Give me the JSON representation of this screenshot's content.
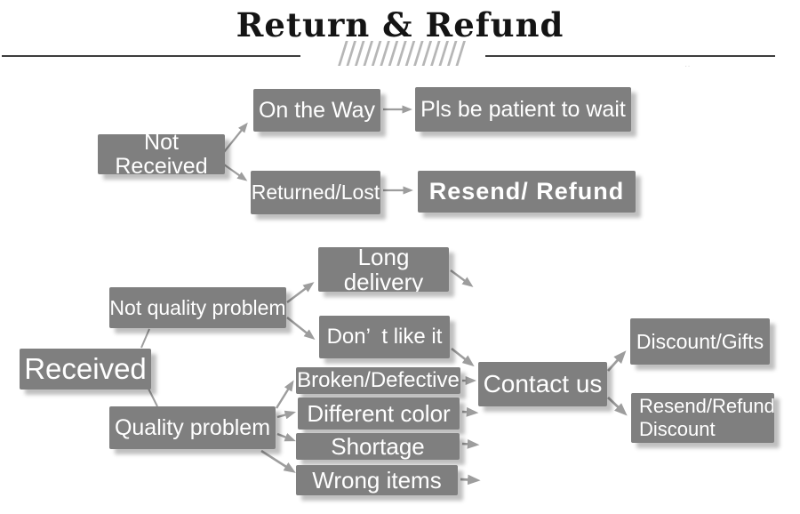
{
  "title": "Return & Refund",
  "decoration": {
    "hatch": "///////////////"
  },
  "colors": {
    "box_fill": "#7f7f7f",
    "box_text": "#ffffff",
    "arrow": "#9d9d9d",
    "title_text": "#141414",
    "rule": "#3d3d3d",
    "hatch": "#b6b6b6",
    "background": "#ffffff"
  },
  "nodes": {
    "not_received": {
      "label": "Not Received"
    },
    "on_the_way": {
      "label": "On the Way"
    },
    "pls_wait": {
      "label": "Pls be patient to wait"
    },
    "returned_lost": {
      "label": "Returned/Lost"
    },
    "resend_refund": {
      "label": "Resend/ Refund"
    },
    "received": {
      "label": "Received"
    },
    "not_quality_problem": {
      "label": "Not quality problem"
    },
    "quality_problem": {
      "label": "Quality problem"
    },
    "long_delivery": {
      "label": "Long delivery"
    },
    "dont_like_it": {
      "label": "Don’  t like it"
    },
    "broken_defective": {
      "label": "Broken/Defective"
    },
    "different_color": {
      "label": "Different color"
    },
    "shortage": {
      "label": "Shortage"
    },
    "wrong_items": {
      "label": "Wrong items"
    },
    "contact_us": {
      "label": "Contact us"
    },
    "discount_gifts": {
      "label": "Discount/Gifts"
    },
    "resend_refund_discount": {
      "label": "Resend/Refund/\nDiscount"
    }
  },
  "edges": [
    {
      "from": "not_received",
      "to": "on_the_way"
    },
    {
      "from": "not_received",
      "to": "returned_lost"
    },
    {
      "from": "on_the_way",
      "to": "pls_wait"
    },
    {
      "from": "returned_lost",
      "to": "resend_refund"
    },
    {
      "from": "received",
      "to": "not_quality_problem"
    },
    {
      "from": "received",
      "to": "quality_problem"
    },
    {
      "from": "not_quality_problem",
      "to": "long_delivery"
    },
    {
      "from": "not_quality_problem",
      "to": "dont_like_it"
    },
    {
      "from": "long_delivery",
      "to": null
    },
    {
      "from": "dont_like_it",
      "to": "contact_us"
    },
    {
      "from": "quality_problem",
      "to": "broken_defective"
    },
    {
      "from": "quality_problem",
      "to": "different_color"
    },
    {
      "from": "quality_problem",
      "to": "shortage"
    },
    {
      "from": "quality_problem",
      "to": "wrong_items"
    },
    {
      "from": "broken_defective",
      "to": "contact_us"
    },
    {
      "from": "different_color",
      "to": "contact_us"
    },
    {
      "from": "shortage",
      "to": "contact_us"
    },
    {
      "from": "wrong_items",
      "to": "contact_us"
    },
    {
      "from": "contact_us",
      "to": "discount_gifts"
    },
    {
      "from": "contact_us",
      "to": "resend_refund_discount"
    }
  ]
}
